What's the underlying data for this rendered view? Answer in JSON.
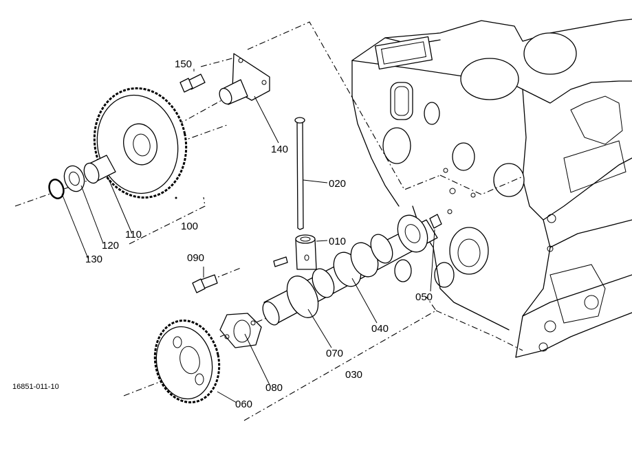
{
  "figure_id": "16851-011-10",
  "parts": {
    "p010": "010",
    "p020": "020",
    "p030": "030",
    "p040": "040",
    "p050": "050",
    "p060": "060",
    "p070": "070",
    "p080": "080",
    "p090": "090",
    "p100": "100",
    "p110": "110",
    "p120": "120",
    "p130": "130",
    "p140": "140",
    "p150": "150"
  }
}
